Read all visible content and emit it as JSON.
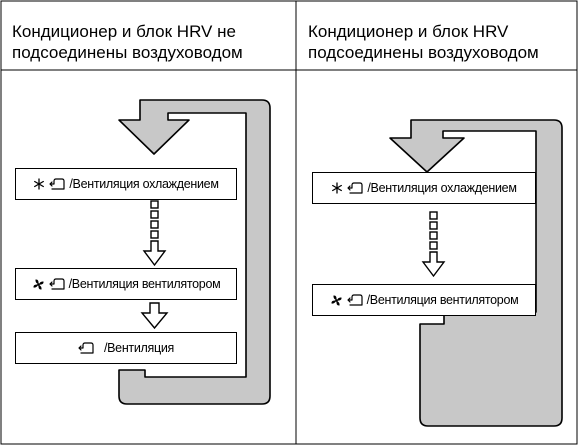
{
  "columns": [
    {
      "header_lines": [
        "Кондиционер и блок HRV не",
        "подсоединены воздуховодом"
      ],
      "modes": [
        {
          "icons": [
            "snowflake-icon",
            "ventilation-icon"
          ],
          "label": "/Вентиляция охлаждением"
        },
        {
          "icons": [
            "fan-icon",
            "ventilation-icon"
          ],
          "label": "/Вентиляция вентилятором"
        },
        {
          "icons": [
            "ventilation-icon"
          ],
          "label": "/Вентиляция"
        }
      ]
    },
    {
      "header_lines": [
        "Кондиционер и блок HRV",
        "подсоединены воздуховодом"
      ],
      "modes": [
        {
          "icons": [
            "snowflake-icon",
            "ventilation-icon"
          ],
          "label": "/Вентиляция охлаждением"
        },
        {
          "icons": [
            "fan-icon",
            "ventilation-icon"
          ],
          "label": "/Вентиляция вентилятором"
        }
      ]
    }
  ],
  "colors": {
    "loop_fill": "#c8c8c8",
    "line": "#000000"
  }
}
